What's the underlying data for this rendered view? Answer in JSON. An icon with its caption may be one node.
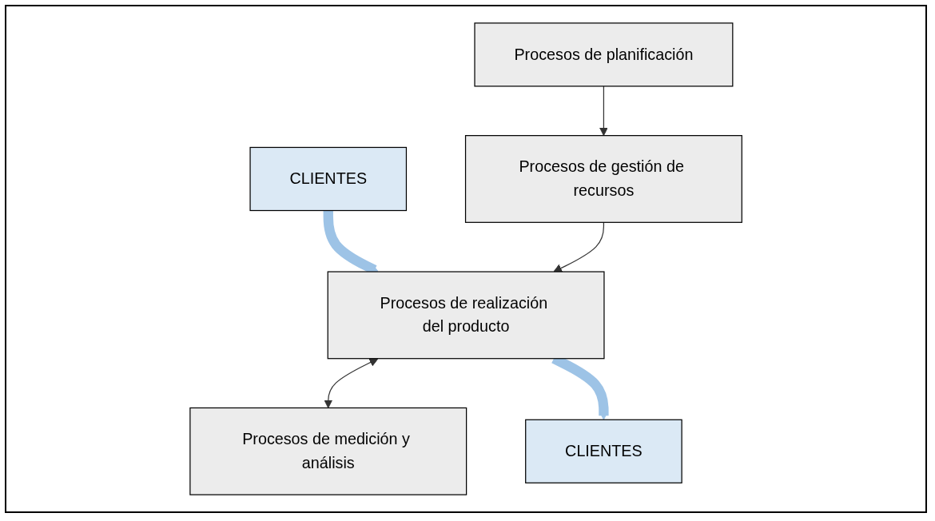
{
  "diagram": {
    "nodes": [
      {
        "text": [
          "CLIENTES"
        ]
      },
      {
        "text": [
          "Procesos de planificación"
        ]
      },
      {
        "text": [
          "Procesos de gestión de recursos"
        ]
      },
      {
        "text": [
          "Procesos de realización del producto"
        ]
      },
      {
        "text": [
          "Procesos de medición y análisis"
        ]
      },
      {
        "text": [
          "CLIENTES"
        ]
      }
    ],
    "edges": [
      {
        "from": 0,
        "to": 3,
        "arrow": "to",
        "style": "thick",
        "color": "#9dc3e6"
      },
      {
        "from": 1,
        "to": 2,
        "arrow": "to"
      },
      {
        "from": 2,
        "to": 3,
        "arrow": "to"
      },
      {
        "from": 3,
        "to": 4,
        "arrow": "both"
      },
      {
        "from": 3,
        "to": 5,
        "arrow": "to",
        "style": "thick",
        "color": "#9dc3e6"
      }
    ]
  }
}
